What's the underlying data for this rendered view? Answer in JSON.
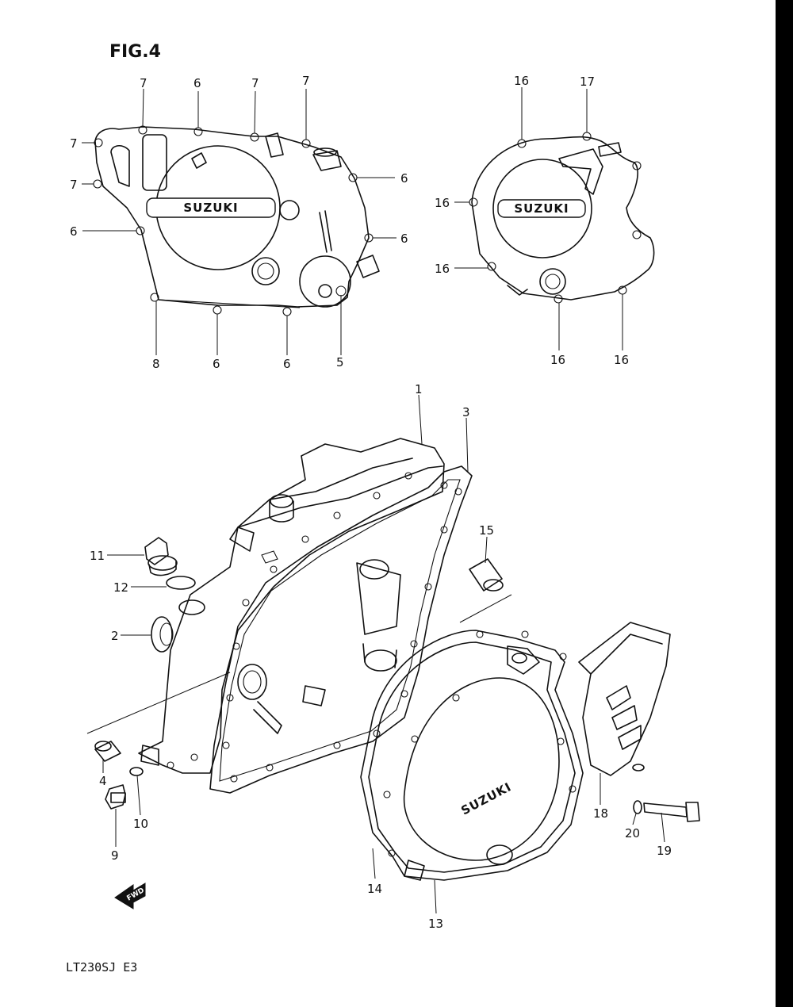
{
  "figure": {
    "title": "FIG.4",
    "model_code": "LT230SJ E3",
    "fwd_label": "FWD",
    "colors": {
      "ink": "#111111",
      "paper": "#ffffff",
      "edge_bar": "#000000"
    }
  },
  "brand_labels": {
    "clutch_cover_top": "SUZUKI",
    "magneto_cover_top": "SUZUKI",
    "clutch_cover_bottom": "SUZUKI"
  },
  "callouts": [
    {
      "id": "c1",
      "number": "1"
    },
    {
      "id": "c2",
      "number": "2"
    },
    {
      "id": "c3",
      "number": "3"
    },
    {
      "id": "c4",
      "number": "4"
    },
    {
      "id": "c5",
      "number": "5"
    },
    {
      "id": "c6a",
      "number": "6"
    },
    {
      "id": "c6b",
      "number": "6"
    },
    {
      "id": "c6c",
      "number": "6"
    },
    {
      "id": "c6d",
      "number": "6"
    },
    {
      "id": "c6e",
      "number": "6"
    },
    {
      "id": "c6f",
      "number": "6"
    },
    {
      "id": "c7a",
      "number": "7"
    },
    {
      "id": "c7b",
      "number": "7"
    },
    {
      "id": "c7c",
      "number": "7"
    },
    {
      "id": "c7d",
      "number": "7"
    },
    {
      "id": "c7e",
      "number": "7"
    },
    {
      "id": "c8",
      "number": "8"
    },
    {
      "id": "c9",
      "number": "9"
    },
    {
      "id": "c10",
      "number": "10"
    },
    {
      "id": "c11",
      "number": "11"
    },
    {
      "id": "c12",
      "number": "12"
    },
    {
      "id": "c13",
      "number": "13"
    },
    {
      "id": "c14",
      "number": "14"
    },
    {
      "id": "c15",
      "number": "15"
    },
    {
      "id": "c16a",
      "number": "16"
    },
    {
      "id": "c16b",
      "number": "16"
    },
    {
      "id": "c16c",
      "number": "16"
    },
    {
      "id": "c16d",
      "number": "16"
    },
    {
      "id": "c16e",
      "number": "16"
    },
    {
      "id": "c17",
      "number": "17"
    },
    {
      "id": "c18",
      "number": "18"
    },
    {
      "id": "c19",
      "number": "19"
    },
    {
      "id": "c20",
      "number": "20"
    }
  ]
}
